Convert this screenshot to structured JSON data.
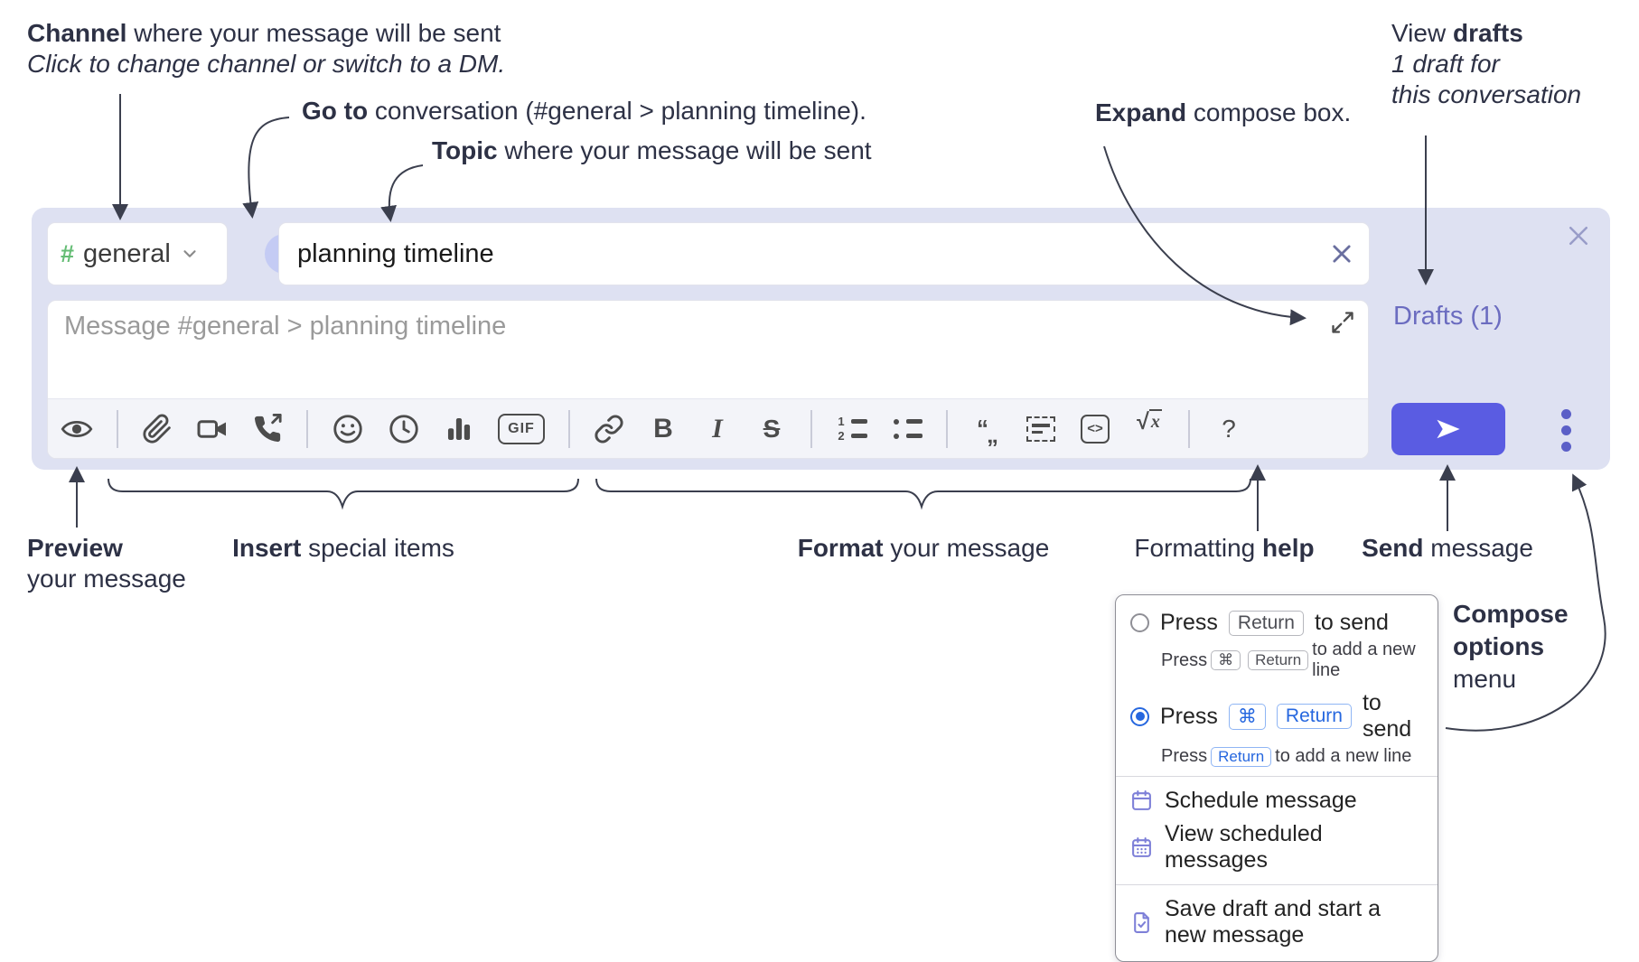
{
  "annotations": {
    "channel": {
      "bold": "Channel",
      "rest": " where your message will be sent",
      "line2": "Click to change channel or switch to a DM."
    },
    "go_to": {
      "bold": "Go to",
      "rest": " conversation (#general > planning timeline)."
    },
    "topic": {
      "bold": "Topic",
      "rest": " where your message will be sent"
    },
    "expand": {
      "bold": "Expand",
      "rest": " compose box."
    },
    "view_drafts": {
      "pre": "View ",
      "bold": "drafts",
      "line2": "1 draft for",
      "line3": "this conversation"
    },
    "preview": {
      "bold": "Preview",
      "line2": "your message"
    },
    "insert": {
      "bold": "Insert",
      "rest": " special items"
    },
    "format": {
      "bold": "Format",
      "rest": " your message"
    },
    "formatting_help": {
      "pre": "Formatting ",
      "bold": "help"
    },
    "send": {
      "bold": "Send",
      "rest": " message"
    },
    "compose_options": {
      "line1": "Compose",
      "line2": "options",
      "line3": "menu"
    }
  },
  "compose_box": {
    "channel_selector": {
      "hash": "#",
      "label": "general"
    },
    "topic_input": {
      "value": "planning timeline"
    },
    "message_input": {
      "placeholder": "Message #general > planning timeline"
    },
    "drafts_link": "Drafts (1)",
    "toolbar": {
      "gif_label": "GIF",
      "bold_label": "B",
      "italic_label": "I",
      "strike_label": "S",
      "ol_num1": "1",
      "ol_num2": "2",
      "quote_open": "“",
      "quote_close": "„",
      "code_label": "<>",
      "math_sqrt": "√",
      "math_x": "x",
      "help_label": "?"
    }
  },
  "popup_menu": {
    "option_return": {
      "press": "Press",
      "key": "Return",
      "suffix": "to send",
      "sub_press": "Press",
      "sub_key1": "⌘",
      "sub_key2": "Return",
      "sub_suffix": "to add a new line"
    },
    "option_cmd_return": {
      "press": "Press",
      "key1": "⌘",
      "key2": "Return",
      "suffix": "to send",
      "sub_press": "Press",
      "sub_key": "Return",
      "sub_suffix": "to add a new line"
    },
    "schedule": "Schedule message",
    "view_scheduled": "View scheduled messages",
    "save_draft": "Save draft and start a new message"
  },
  "icons": {
    "preview": "eye-icon",
    "attach": "paperclip-icon",
    "video_call": "video-camera-icon",
    "audio_call": "phone-outgoing-icon",
    "emoji": "smiley-icon",
    "time": "clock-icon",
    "poll": "bar-chart-icon",
    "gif": "gif-badge",
    "link": "chain-link-icon",
    "expand": "diagonal-expand-arrows",
    "send": "paper-plane",
    "more": "vertical-ellipsis",
    "close": "x-icon",
    "schedule": "calendar-icon",
    "save_draft": "document-check-icon"
  },
  "colors": {
    "compose_bg": "#dee1f2",
    "send_button": "#5a5ce2",
    "accent_blue": "#2667df",
    "hash_green": "#65bd75",
    "drafts_link": "#6b6cc0",
    "icon_gray": "#4c4c4c",
    "annotation": "#2d3145",
    "arrow": "#3b3f4e"
  }
}
